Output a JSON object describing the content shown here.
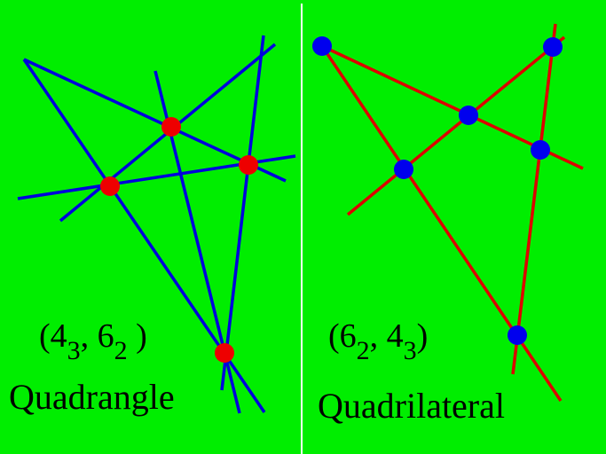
{
  "colors": {
    "background": "#00ee00",
    "divider": "#ffffff",
    "quadrangle_lines": "#0000dd",
    "quadrangle_points": "#ee0000",
    "quadrilateral_lines": "#dd0000",
    "quadrilateral_points": "#0000ee"
  },
  "left": {
    "config": {
      "open": "(4",
      "sub1": "3",
      "mid": ", 6",
      "sub2": "2",
      "close": " )"
    },
    "name": "Quadrangle"
  },
  "right": {
    "config": {
      "open": "(6",
      "sub1": "2",
      "mid": ", 4",
      "sub2": "3",
      "close": ")"
    },
    "name": "Quadrilateral"
  }
}
